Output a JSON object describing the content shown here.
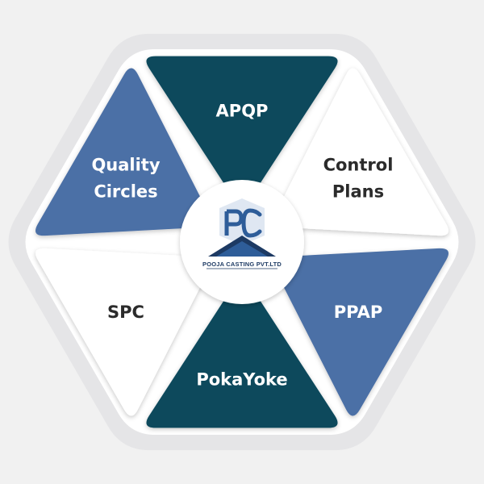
{
  "colors": {
    "background": "#f1f1f1",
    "hex_outer": "#e5e5e7",
    "hex_ring": "#ffffff",
    "dark_teal": "#08485c",
    "steel_blue": "#4c6fa6",
    "white_segment": "#ffffff",
    "label_on_dark": "#ffffff",
    "label_on_light": "#2b2b2b",
    "logo_blue": "#2e5d99",
    "logo_dark": "#1d3a63"
  },
  "center_logo": {
    "monogram": "PC",
    "company": "POOJA CASTING PVT.LTD",
    "icon": "pooja-casting-logo-icon"
  },
  "segments": [
    {
      "id": "apqp",
      "lines": [
        "APQP"
      ],
      "fill": "dark_teal",
      "text": "label_on_dark"
    },
    {
      "id": "control-plans",
      "lines": [
        "Control",
        "Plans"
      ],
      "fill": "white_segment",
      "text": "label_on_light"
    },
    {
      "id": "ppap",
      "lines": [
        "PPAP"
      ],
      "fill": "steel_blue",
      "text": "label_on_dark"
    },
    {
      "id": "pokayoke",
      "lines": [
        "PokaYoke"
      ],
      "fill": "dark_teal",
      "text": "label_on_dark"
    },
    {
      "id": "spc",
      "lines": [
        "SPC"
      ],
      "fill": "white_segment",
      "text": "label_on_light"
    },
    {
      "id": "quality-circles",
      "lines": [
        "Quality",
        "Circles"
      ],
      "fill": "steel_blue",
      "text": "label_on_dark"
    }
  ]
}
